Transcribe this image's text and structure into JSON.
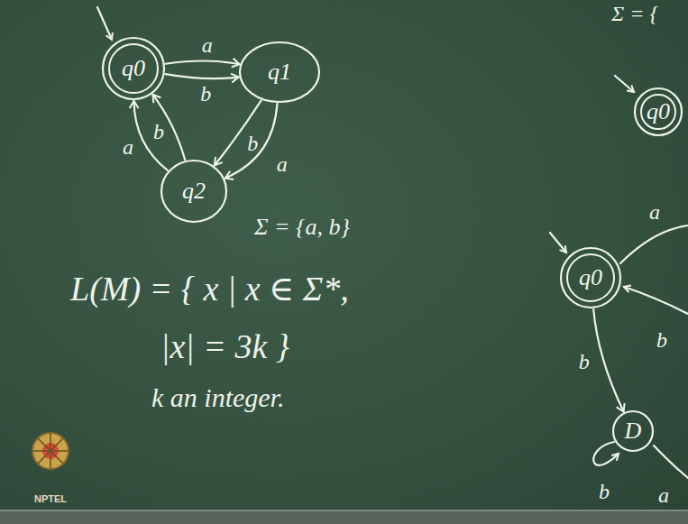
{
  "diagram": {
    "nodes": [
      {
        "text": [
          "q0"
        ]
      },
      {
        "text": [
          "q1"
        ]
      },
      {
        "text": [
          "q2"
        ]
      },
      {
        "text": [
          "q0"
        ]
      },
      {
        "text": [
          "q0"
        ]
      },
      {
        "text": [
          "D"
        ]
      }
    ],
    "edges": [
      {
        "from": 0,
        "to": 1,
        "label": "a",
        "arrow": "to"
      },
      {
        "from": 0,
        "to": 1,
        "label": "b",
        "arrow": "to"
      },
      {
        "from": 1,
        "to": 2,
        "label": "b",
        "arrow": "to"
      },
      {
        "from": 1,
        "to": 2,
        "label": "a",
        "arrow": "to"
      },
      {
        "from": 2,
        "to": 0,
        "label": "b",
        "arrow": "to"
      },
      {
        "from": 2,
        "to": 0,
        "label": "a",
        "arrow": "to"
      },
      {
        "from": 4,
        "to": 5,
        "label": "b",
        "arrow": "to"
      }
    ],
    "labels": [
      "Σ = {a, b}",
      "L(M) = { x | x ∈ Σ*,",
      "|x| = 3k }",
      "k an integer.",
      "Σ = {",
      "a",
      "b",
      "a",
      "b",
      "NPTEL"
    ]
  }
}
